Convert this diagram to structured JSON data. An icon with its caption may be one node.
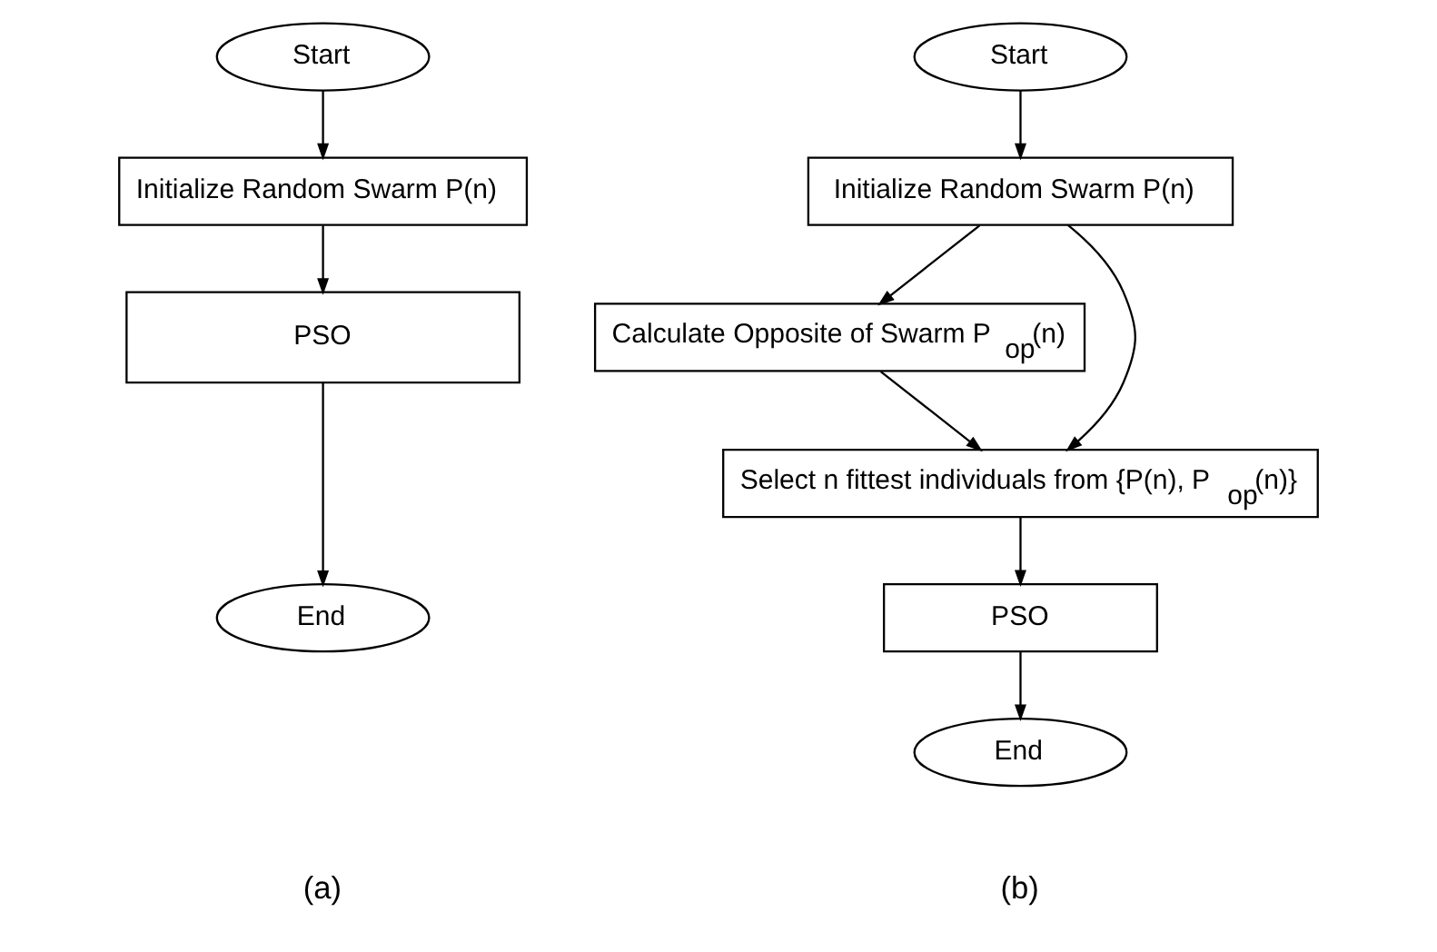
{
  "diagram": {
    "nodes": [
      {
        "text": [
          "Start"
        ]
      },
      {
        "text": [
          "Initialize Random Swarm P(n)"
        ]
      },
      {
        "text": [
          "PSO"
        ]
      },
      {
        "text": [
          "End"
        ]
      },
      {
        "text": [
          "Start"
        ]
      },
      {
        "text": [
          "Initialize Random Swarm P(n)"
        ]
      },
      {
        "text": [
          "Calculate Opposite of Swarm P$_{op}$(n)"
        ]
      },
      {
        "text": [
          "Select n fittest individuals from {P(n), P$_{op}$(n)}"
        ]
      },
      {
        "text": [
          "PSO"
        ]
      },
      {
        "text": [
          "End"
        ]
      }
    ],
    "edges": [
      {
        "from": 0,
        "to": 1,
        "arrow": "to"
      },
      {
        "from": 1,
        "to": 2,
        "arrow": "to"
      },
      {
        "from": 2,
        "to": 3,
        "arrow": "to"
      },
      {
        "from": 4,
        "to": 5,
        "arrow": "to"
      },
      {
        "from": 5,
        "to": 6,
        "arrow": "to"
      },
      {
        "from": 5,
        "to": 7,
        "arrow": "to"
      },
      {
        "from": 6,
        "to": 7,
        "arrow": "to"
      },
      {
        "from": 7,
        "to": 8,
        "arrow": "to"
      },
      {
        "from": 8,
        "to": 9,
        "arrow": "to"
      }
    ],
    "labels": [
      "(a)",
      "(b)"
    ]
  }
}
